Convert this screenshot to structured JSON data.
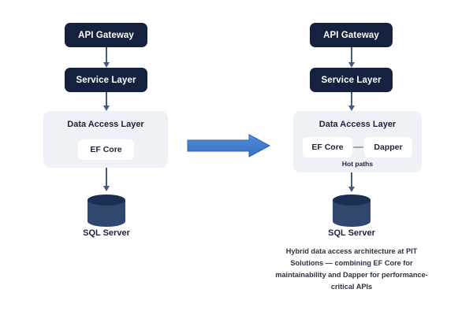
{
  "diagram": {
    "title_present": false,
    "colors": {
      "navy_box": "#14223f",
      "panel_bg": "#eef1f6",
      "chip_bg": "#ffffff",
      "connector": "#475a7d",
      "arrow_blue": "#3f7fd0",
      "arrow_blue_dark": "#2f66ae",
      "cylinder_body": "#31486e",
      "cylinder_top": "#1b2f52",
      "text_dark": "#1b2438",
      "caption_text": "#2b3342",
      "background": "#ffffff"
    },
    "left": {
      "api_gateway": "API Gateway",
      "service_layer": "Service Layer",
      "panel_title": "Data Access Layer",
      "chips": [
        "EF Core"
      ],
      "database": "SQL Server"
    },
    "right": {
      "api_gateway": "API Gateway",
      "service_layer": "Service Layer",
      "panel_title": "Data Access Layer",
      "chips": [
        "EF Core",
        "Dapper"
      ],
      "hot_paths_label": "Hot paths",
      "database": "SQL Server"
    },
    "transition_arrow": {
      "icon": "right-arrow-icon",
      "direction": "right"
    },
    "caption": "Hybrid data access architecture at PIT Solutions — combining EF Core for maintainability and Dapper for performance-critical APIs"
  }
}
